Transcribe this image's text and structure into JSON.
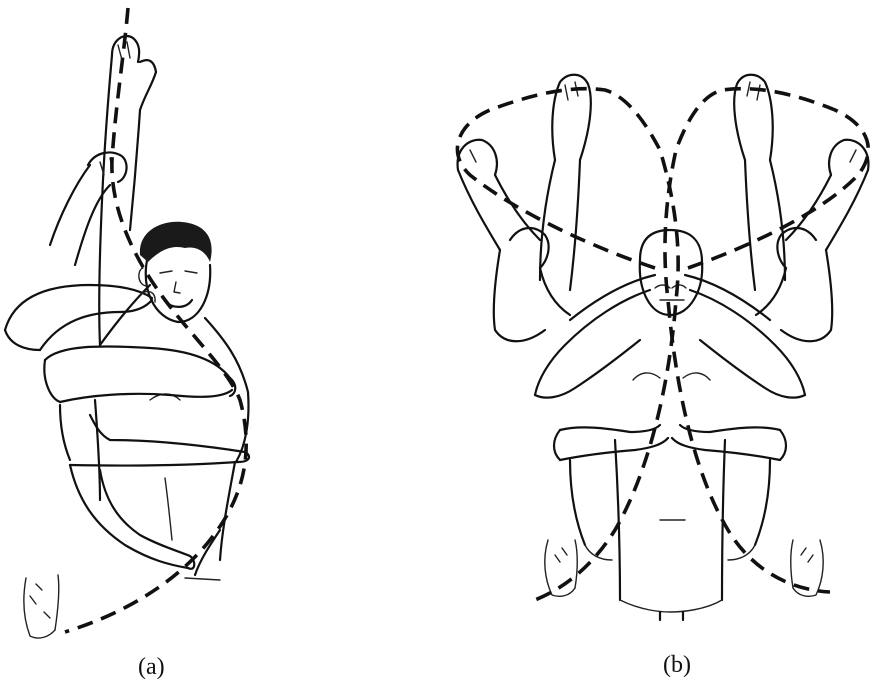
{
  "panels": [
    {
      "id": "a",
      "label": "(a)"
    },
    {
      "id": "b",
      "label": "(b)"
    }
  ],
  "colors": {
    "ink": "#111111",
    "background": "#ffffff"
  }
}
